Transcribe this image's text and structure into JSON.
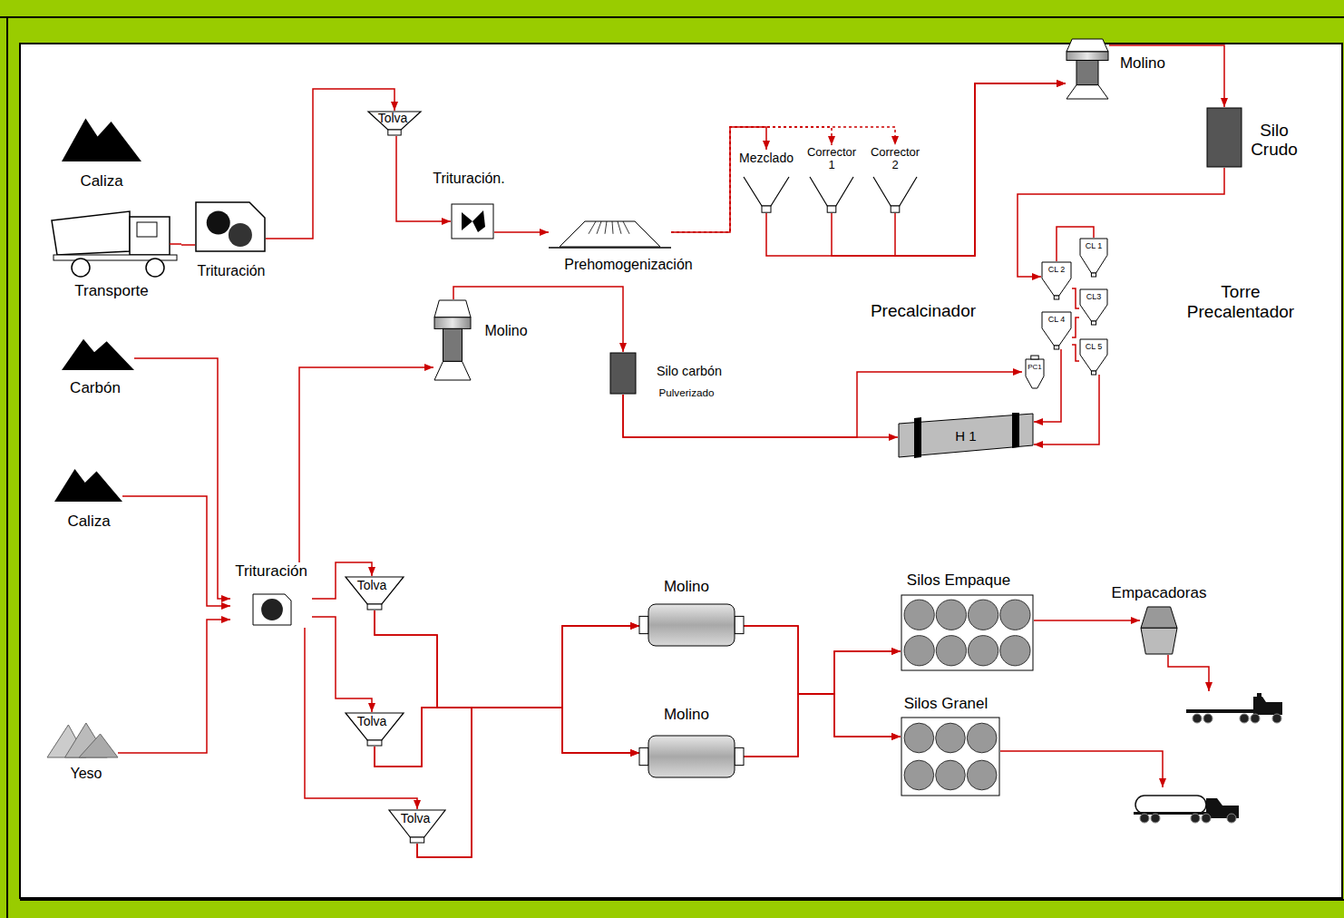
{
  "diagram": {
    "nodes": [
      {
        "text": [
          "Caliza"
        ]
      },
      {
        "text": [
          "Transporte"
        ]
      },
      {
        "text": [
          "Trituración"
        ]
      },
      {
        "text": [
          "Tolva"
        ]
      },
      {
        "text": [
          "Trituración."
        ]
      },
      {
        "text": [
          "Prehomogenización"
        ]
      },
      {
        "text": [
          "Mezclado"
        ]
      },
      {
        "text": [
          "Corrector 1"
        ]
      },
      {
        "text": [
          "Corrector 2"
        ]
      },
      {
        "text": [
          "Molino"
        ]
      },
      {
        "text": [
          "Silo Crudo"
        ]
      },
      {
        "text": [
          "CL 1"
        ]
      },
      {
        "text": [
          "CL 2"
        ]
      },
      {
        "text": [
          "CL3"
        ]
      },
      {
        "text": [
          "CL 4"
        ]
      },
      {
        "text": [
          "CL 5"
        ]
      },
      {
        "text": [
          "PC1"
        ]
      },
      {
        "text": [
          "H 1"
        ]
      },
      {
        "text": [
          "Carbón"
        ]
      },
      {
        "text": [
          "Caliza"
        ]
      },
      {
        "text": [
          "Yeso"
        ]
      },
      {
        "text": [
          "Trituración"
        ]
      },
      {
        "text": [
          "Tolva"
        ]
      },
      {
        "text": [
          "Tolva"
        ]
      },
      {
        "text": [
          "Tolva"
        ]
      },
      {
        "text": [
          "Molino"
        ]
      },
      {
        "text": [
          "Silo carbón",
          "Pulverizado"
        ]
      },
      {
        "text": [
          "Molino"
        ]
      },
      {
        "text": [
          "Molino"
        ]
      },
      {
        "text": [
          "Silos Empaque"
        ]
      },
      {
        "text": [
          "Silos Granel"
        ]
      },
      {
        "text": [
          "Empacadoras"
        ]
      }
    ],
    "edges": [
      {
        "from": 1,
        "to": 2,
        "arrow": "none"
      },
      {
        "from": 2,
        "to": 3,
        "arrow": "to"
      },
      {
        "from": 3,
        "to": 4,
        "arrow": "to"
      },
      {
        "from": 4,
        "to": 5,
        "arrow": "to"
      },
      {
        "from": 5,
        "to": 6,
        "arrow": "to"
      },
      {
        "from": 5,
        "to": 7,
        "arrow": "to"
      },
      {
        "from": 5,
        "to": 8,
        "arrow": "to"
      },
      {
        "from": 6,
        "to": 9,
        "arrow": "to"
      },
      {
        "from": 7,
        "to": 9,
        "arrow": "to"
      },
      {
        "from": 8,
        "to": 9,
        "arrow": "to"
      },
      {
        "from": 9,
        "to": 10,
        "arrow": "to"
      },
      {
        "from": 10,
        "to": 12,
        "arrow": "to"
      },
      {
        "from": 12,
        "to": 11,
        "arrow": "none"
      },
      {
        "from": 12,
        "to": 13,
        "arrow": "none"
      },
      {
        "from": 13,
        "to": 14,
        "arrow": "none"
      },
      {
        "from": 14,
        "to": 15,
        "arrow": "none"
      },
      {
        "from": 14,
        "to": 17,
        "arrow": "to"
      },
      {
        "from": 15,
        "to": 17,
        "arrow": "to"
      },
      {
        "from": 18,
        "to": 21,
        "arrow": "to"
      },
      {
        "from": 19,
        "to": 21,
        "arrow": "to"
      },
      {
        "from": 20,
        "to": 21,
        "arrow": "to"
      },
      {
        "from": 21,
        "to": 25,
        "arrow": "to"
      },
      {
        "from": 21,
        "to": 22,
        "arrow": "to"
      },
      {
        "from": 21,
        "to": 23,
        "arrow": "to"
      },
      {
        "from": 21,
        "to": 24,
        "arrow": "to"
      },
      {
        "from": 25,
        "to": 26,
        "arrow": "to"
      },
      {
        "from": 26,
        "to": 17,
        "arrow": "to"
      },
      {
        "from": 26,
        "to": 16,
        "arrow": "to"
      },
      {
        "from": 22,
        "to": 27,
        "arrow": "to"
      },
      {
        "from": 22,
        "to": 28,
        "arrow": "to"
      },
      {
        "from": 23,
        "to": 27,
        "arrow": "to"
      },
      {
        "from": 23,
        "to": 28,
        "arrow": "to"
      },
      {
        "from": 24,
        "to": 27,
        "arrow": "to"
      },
      {
        "from": 24,
        "to": 28,
        "arrow": "to"
      },
      {
        "from": 27,
        "to": 29,
        "arrow": "to"
      },
      {
        "from": 27,
        "to": 30,
        "arrow": "to"
      },
      {
        "from": 28,
        "to": 29,
        "arrow": "to"
      },
      {
        "from": 28,
        "to": 30,
        "arrow": "to"
      },
      {
        "from": 29,
        "to": 31,
        "arrow": "to"
      }
    ],
    "labels": [
      "Precalcinador",
      "Torre Precalentador"
    ]
  }
}
